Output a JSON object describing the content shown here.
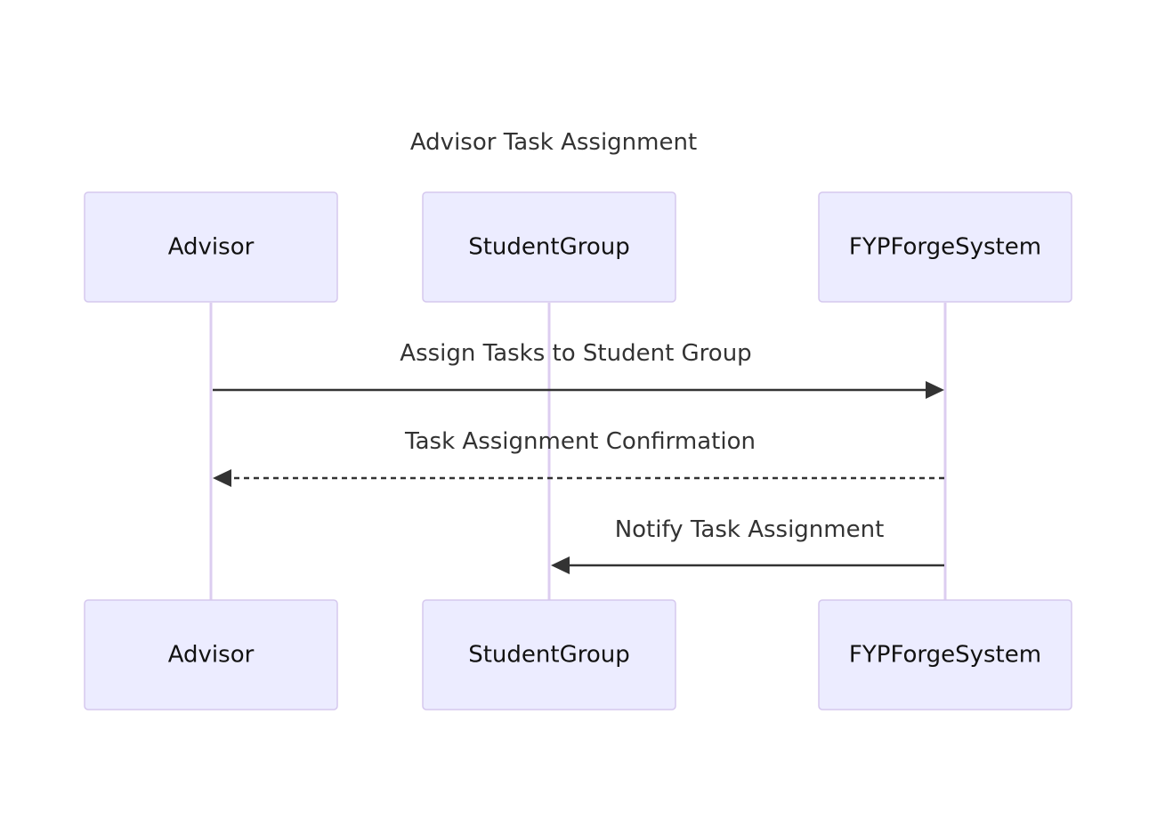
{
  "diagram": {
    "type": "sequence",
    "title": "Advisor Task Assignment",
    "participants": [
      {
        "id": "advisor",
        "label": "Advisor"
      },
      {
        "id": "studentgroup",
        "label": "StudentGroup"
      },
      {
        "id": "fypforgesystem",
        "label": "FYPForgeSystem"
      }
    ],
    "messages": [
      {
        "from": "advisor",
        "to": "fypforgesystem",
        "label": "Assign Tasks to Student Group",
        "style": "solid"
      },
      {
        "from": "fypforgesystem",
        "to": "advisor",
        "label": "Task Assignment Confirmation",
        "style": "dashed"
      },
      {
        "from": "fypforgesystem",
        "to": "studentgroup",
        "label": "Notify Task Assignment",
        "style": "solid"
      }
    ],
    "colors": {
      "actor_fill": "#ececff",
      "actor_stroke": "#d5c8ee",
      "lifeline": "#dccdf0",
      "line": "#333333"
    }
  }
}
